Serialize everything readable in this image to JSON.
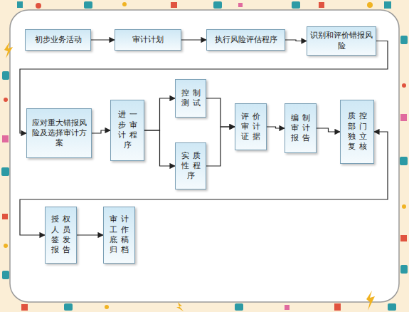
{
  "diagram": {
    "nodes": [
      {
        "text": [
          "初步业务活动"
        ]
      },
      {
        "text": [
          "审计计划"
        ]
      },
      {
        "text": [
          "执行风险评估程序"
        ]
      },
      {
        "text": [
          "识别和评价错报风险"
        ]
      },
      {
        "text": [
          "应对重大错报风险及选择审计方案"
        ]
      },
      {
        "text": [
          "进一步审计程序"
        ]
      },
      {
        "text": [
          "控制测试"
        ]
      },
      {
        "text": [
          "实质性程序"
        ]
      },
      {
        "text": [
          "评价审计证据"
        ]
      },
      {
        "text": [
          "编制审计报告"
        ]
      },
      {
        "text": [
          "质控部门独立复核"
        ]
      },
      {
        "text": [
          "授权人员签发报告"
        ]
      },
      {
        "text": [
          "审计工作底稿归档"
        ]
      }
    ],
    "edges": [
      {
        "from": 0,
        "to": 1,
        "arrow": "to"
      },
      {
        "from": 1,
        "to": 2,
        "arrow": "to"
      },
      {
        "from": 2,
        "to": 3,
        "arrow": "to"
      },
      {
        "from": 3,
        "to": 4,
        "arrow": "to"
      },
      {
        "from": 4,
        "to": 5,
        "arrow": "to"
      },
      {
        "from": 5,
        "to": 6,
        "arrow": "to"
      },
      {
        "from": 5,
        "to": 7,
        "arrow": "to"
      },
      {
        "from": 6,
        "to": 8,
        "arrow": "to"
      },
      {
        "from": 7,
        "to": 8,
        "arrow": "to"
      },
      {
        "from": 8,
        "to": 9,
        "arrow": "to"
      },
      {
        "from": 9,
        "to": 10,
        "arrow": "to"
      },
      {
        "from": 10,
        "to": 11,
        "arrow": "both"
      },
      {
        "from": 11,
        "to": 12,
        "arrow": "to"
      }
    ]
  }
}
